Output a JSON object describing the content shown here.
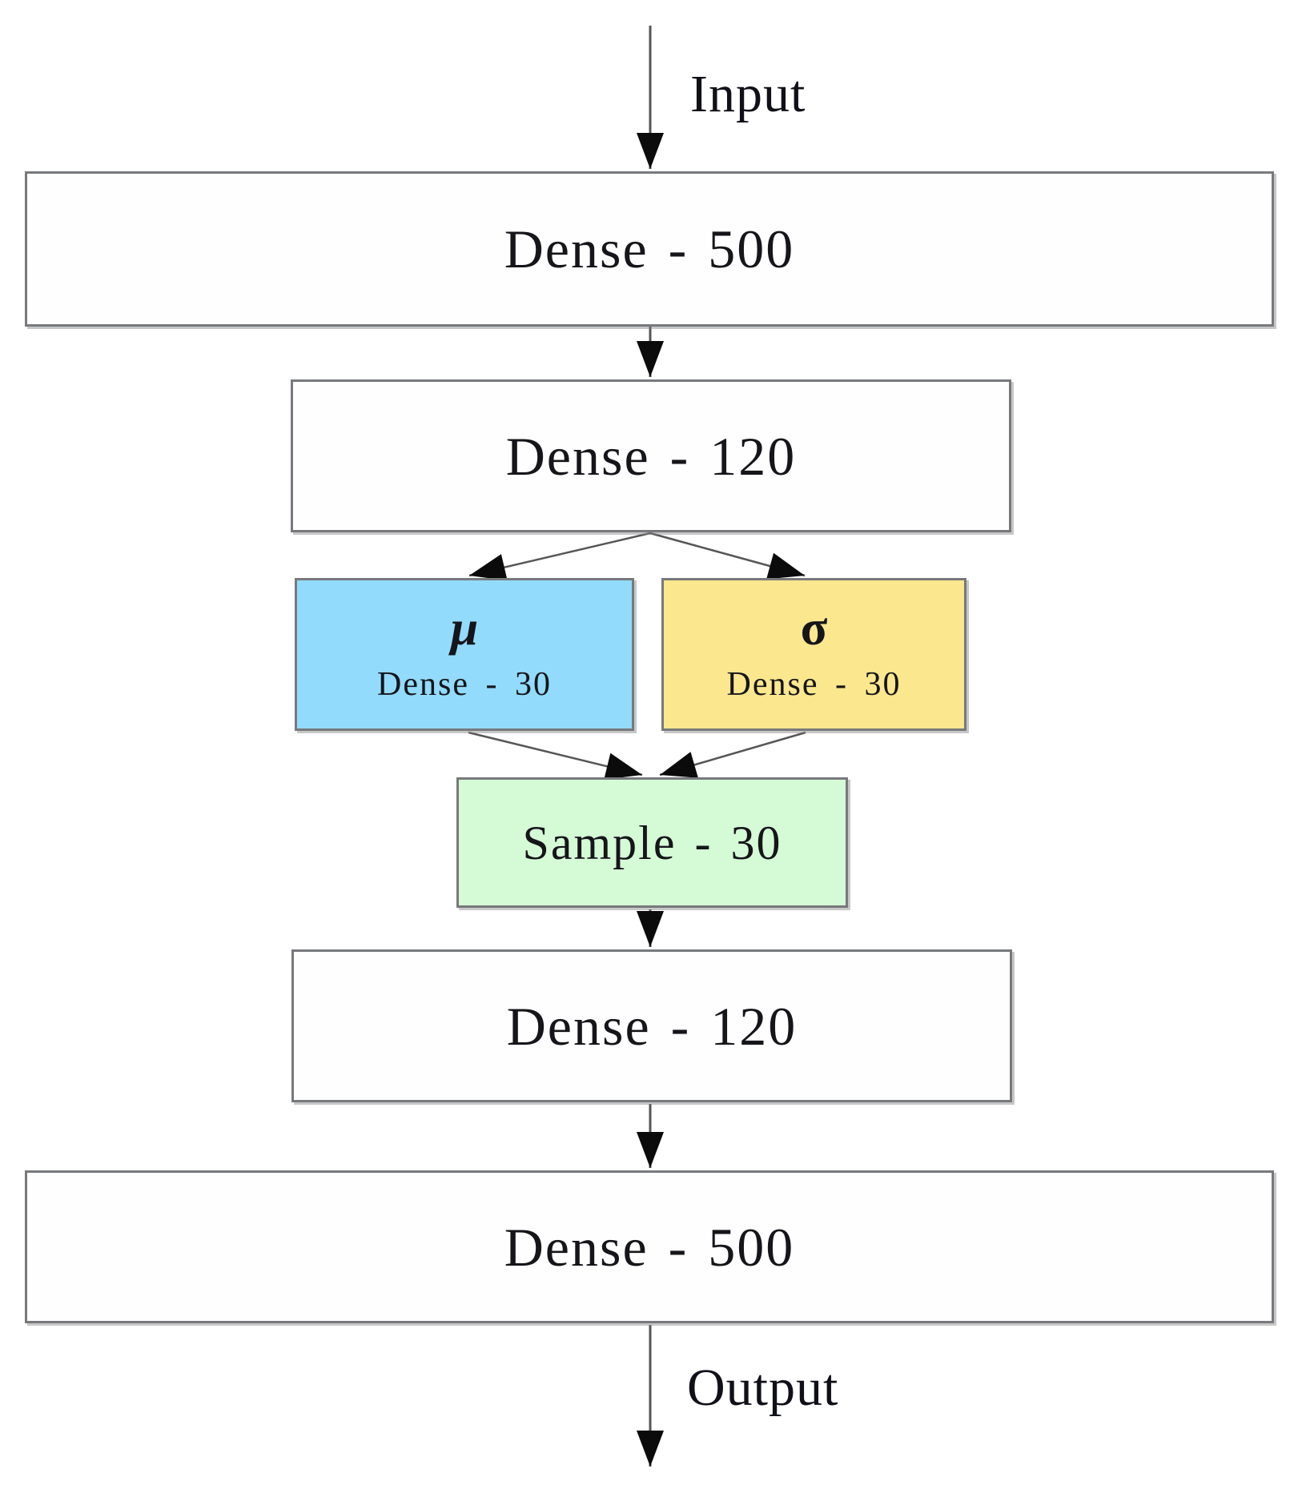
{
  "diagram": {
    "io": {
      "input_label": "Input",
      "output_label": "Output"
    },
    "nodes": {
      "enc_dense_500": {
        "label": "Dense - 500",
        "fill": "#fefefe"
      },
      "enc_dense_120": {
        "label": "Dense - 120",
        "fill": "#fefefe"
      },
      "mu": {
        "symbol": "μ",
        "sublabel": "Dense - 30",
        "fill": "#92dbfc"
      },
      "sigma": {
        "symbol": "σ",
        "sublabel": "Dense - 30",
        "fill": "#fbe78e"
      },
      "sample": {
        "label": "Sample - 30",
        "fill": "#d5fad6"
      },
      "dec_dense_120": {
        "label": "Dense - 120",
        "fill": "#fefefe"
      },
      "dec_dense_500": {
        "label": "Dense - 500",
        "fill": "#fefefe"
      }
    },
    "edges": [
      {
        "from": "input",
        "to": "enc_dense_500"
      },
      {
        "from": "enc_dense_500",
        "to": "enc_dense_120"
      },
      {
        "from": "enc_dense_120",
        "to": "mu"
      },
      {
        "from": "enc_dense_120",
        "to": "sigma"
      },
      {
        "from": "mu",
        "to": "sample"
      },
      {
        "from": "sigma",
        "to": "sample"
      },
      {
        "from": "sample",
        "to": "dec_dense_120"
      },
      {
        "from": "dec_dense_120",
        "to": "dec_dense_500"
      },
      {
        "from": "dec_dense_500",
        "to": "output"
      }
    ],
    "colors": {
      "background": "#ffffff",
      "box_border": "#77797c",
      "arrow_line": "#565656",
      "arrowhead": "#0b0b0b",
      "text": "#15151a",
      "mu_fill": "#92dbfc",
      "sigma_fill": "#fbe78e",
      "sample_fill": "#d5fad6"
    }
  }
}
